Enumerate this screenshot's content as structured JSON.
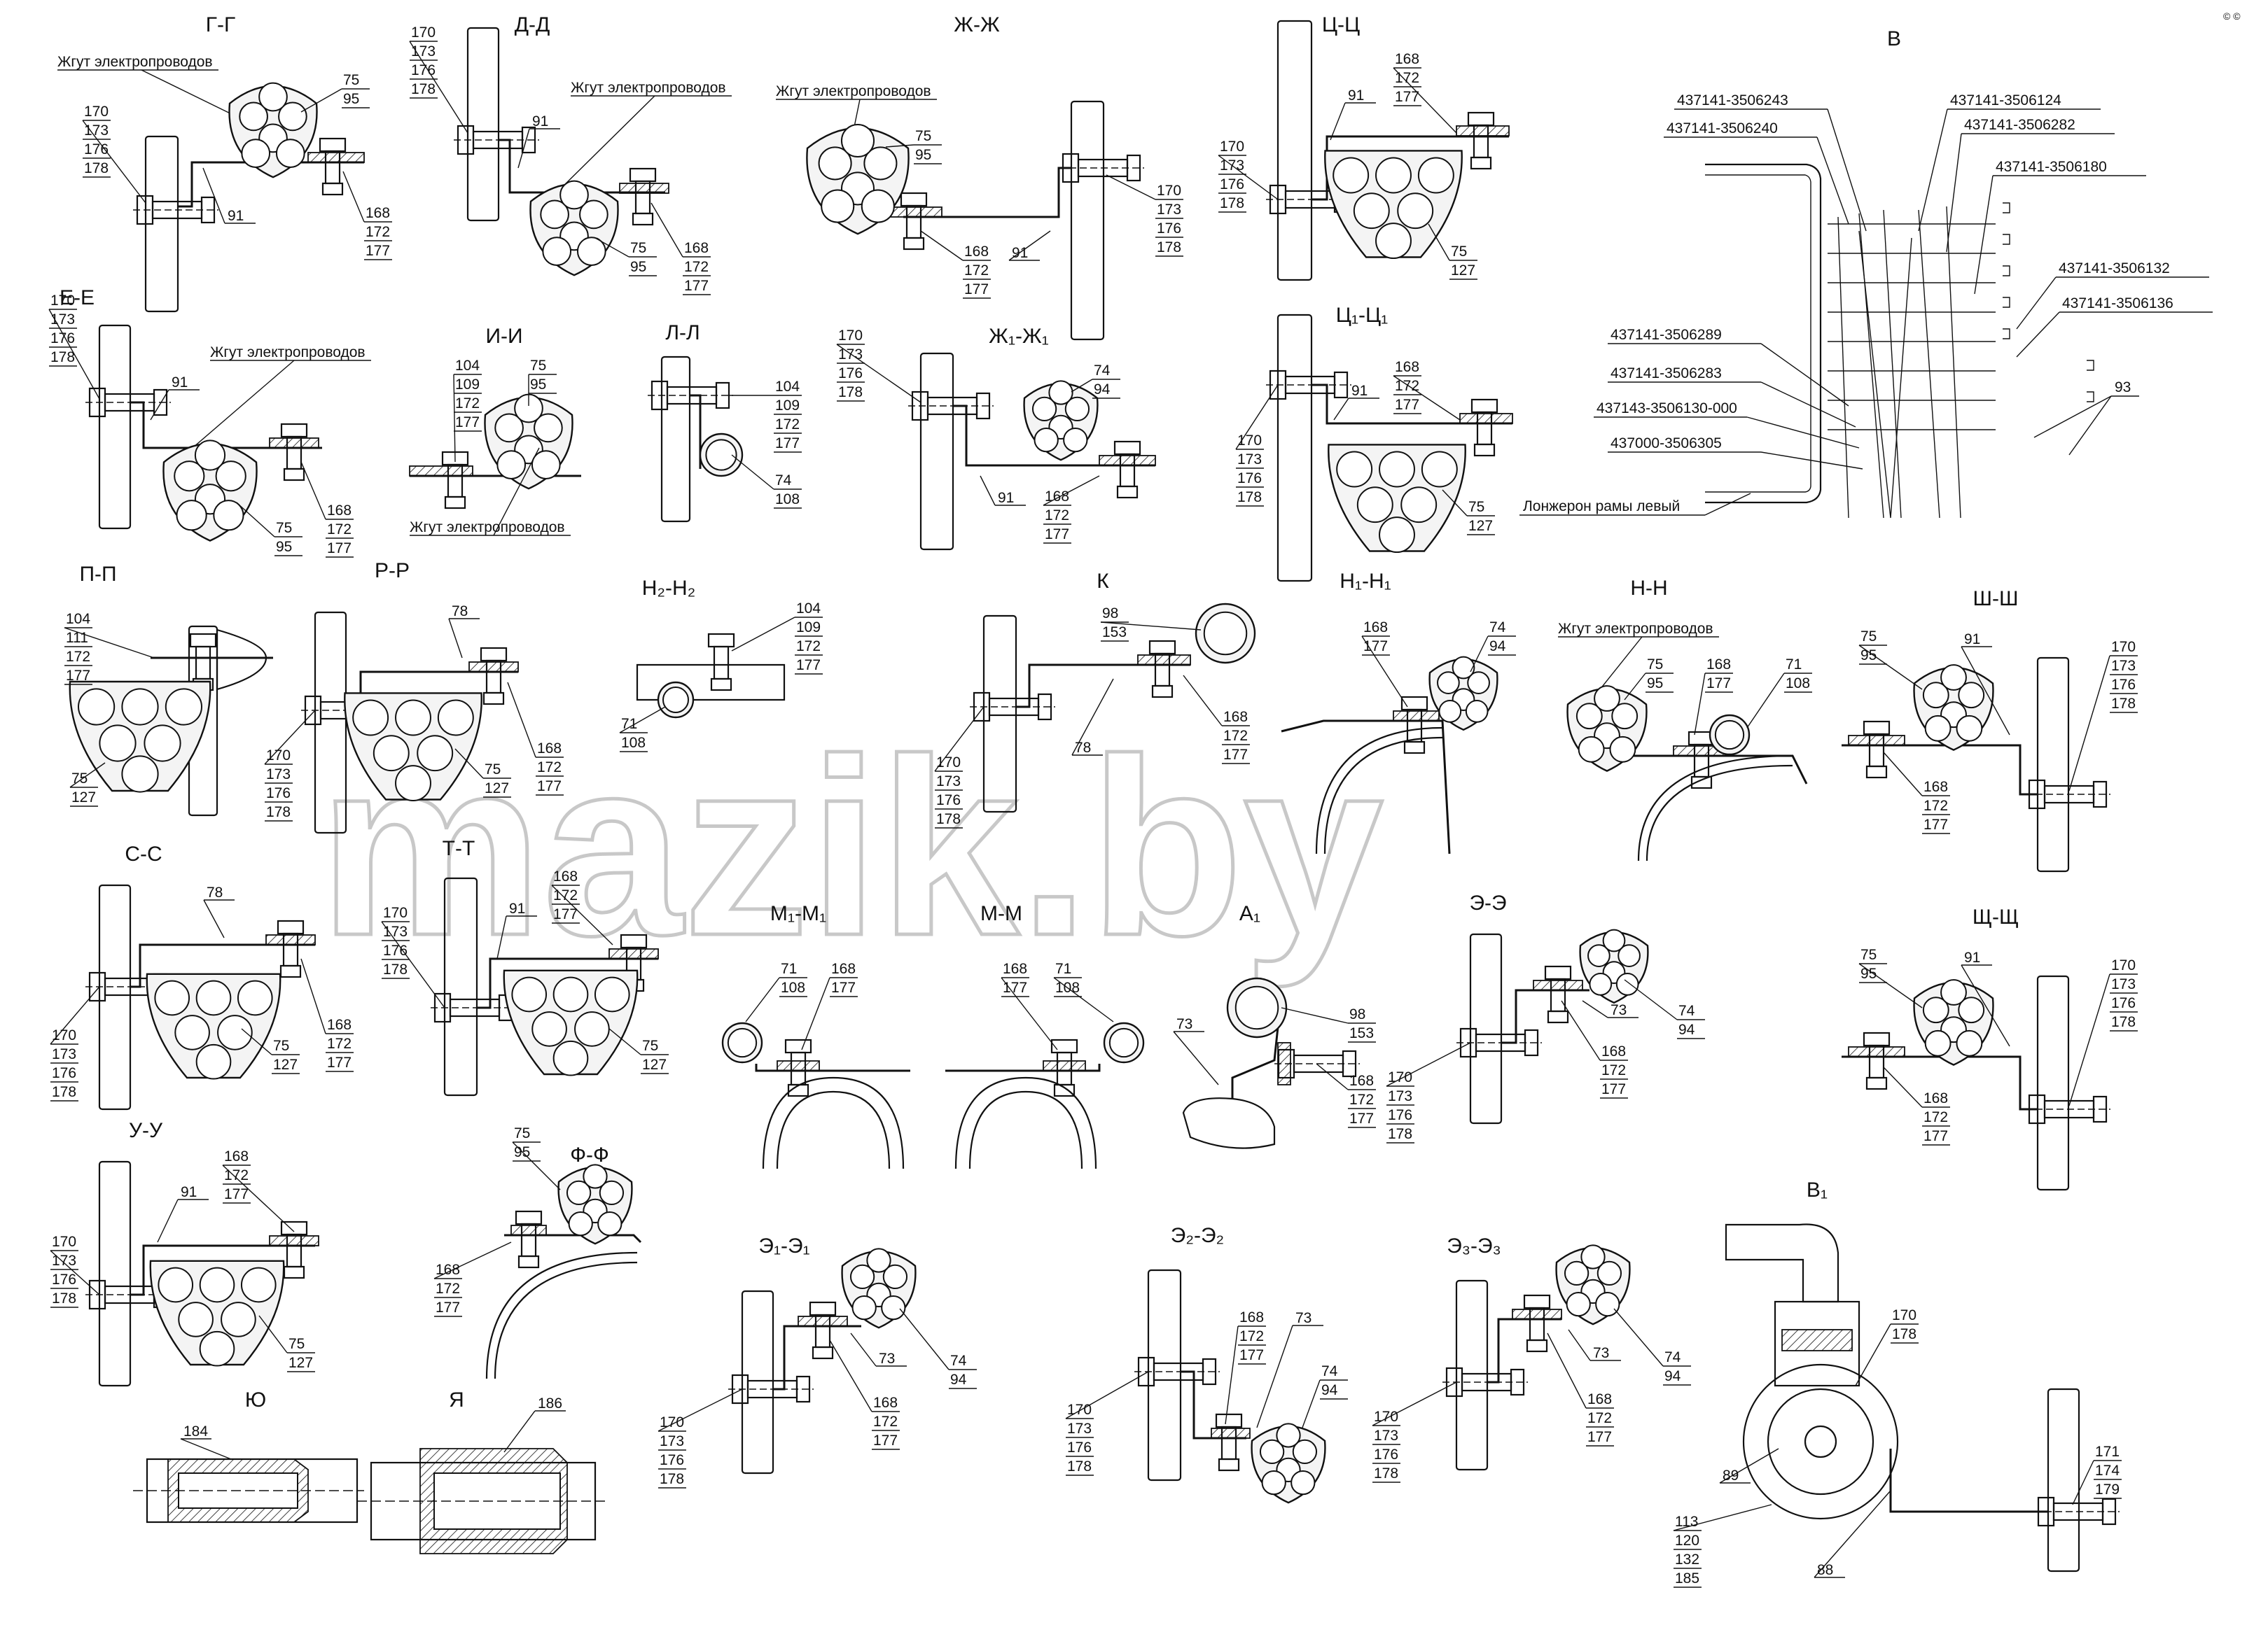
{
  "watermark": "mazik.by",
  "harness_label": "Жгут электропроводов",
  "sections": [
    {
      "id": "gg",
      "title": "Г-Г",
      "stacks": [
        [
          "170",
          "173",
          "176",
          "178"
        ],
        [
          "75",
          "95"
        ],
        [
          "168",
          "172",
          "177"
        ]
      ],
      "callouts": [
        "91"
      ]
    },
    {
      "id": "dd",
      "title": "Д-Д",
      "stacks": [
        [
          "170",
          "173",
          "176",
          "178"
        ],
        [
          "75",
          "95"
        ],
        [
          "168",
          "172",
          "177"
        ]
      ],
      "callouts": [
        "91"
      ]
    },
    {
      "id": "zhzh",
      "title": "Ж-Ж",
      "stacks": [
        [
          "75",
          "95"
        ],
        [
          "168",
          "172",
          "177"
        ],
        [
          "170",
          "173",
          "176",
          "178"
        ]
      ],
      "callouts": [
        "91"
      ]
    },
    {
      "id": "tsts",
      "title": "Ц-Ц",
      "stacks": [
        [
          "168",
          "172",
          "177"
        ],
        [
          "170",
          "173",
          "176",
          "178"
        ],
        [
          "75",
          "127"
        ]
      ],
      "callouts": [
        "91"
      ]
    },
    {
      "id": "ee",
      "title": "Е-Е",
      "stacks": [
        [
          "170",
          "173",
          "176",
          "178"
        ],
        [
          "75",
          "95"
        ],
        [
          "168",
          "172",
          "177"
        ]
      ],
      "callouts": [
        "91"
      ]
    },
    {
      "id": "ii",
      "title": "И-И",
      "stacks": [
        [
          "104",
          "109",
          "172",
          "177"
        ],
        [
          "75",
          "95"
        ]
      ],
      "callouts": []
    },
    {
      "id": "l",
      "title": "Л-Л",
      "stacks": [
        [
          "104",
          "109",
          "172",
          "177"
        ],
        [
          "74",
          "108"
        ]
      ],
      "callouts": []
    },
    {
      "id": "zh1",
      "title": "Ж₁-Ж₁",
      "stacks": [
        [
          "170",
          "173",
          "176",
          "178"
        ],
        [
          "74",
          "94"
        ],
        [
          "168",
          "172",
          "177"
        ]
      ],
      "callouts": [
        "91"
      ]
    },
    {
      "id": "ts1",
      "title": "Ц₁-Ц₁",
      "stacks": [
        [
          "168",
          "172",
          "177"
        ],
        [
          "170",
          "173",
          "176",
          "178"
        ],
        [
          "75",
          "127"
        ]
      ],
      "callouts": [
        "91"
      ]
    },
    {
      "id": "pp",
      "title": "П-П",
      "stacks": [
        [
          "104",
          "111",
          "172",
          "177"
        ],
        [
          "75",
          "127"
        ]
      ],
      "callouts": []
    },
    {
      "id": "rr",
      "title": "Р-Р",
      "stacks": [
        [
          "170",
          "173",
          "176",
          "178"
        ],
        [
          "75",
          "127"
        ],
        [
          "168",
          "172",
          "177"
        ]
      ],
      "callouts": [
        "78"
      ]
    },
    {
      "id": "n2",
      "title": "Н₂-Н₂",
      "stacks": [
        [
          "104",
          "109",
          "172",
          "177"
        ],
        [
          "71",
          "108"
        ]
      ],
      "callouts": []
    },
    {
      "id": "k",
      "title": "К",
      "stacks": [
        [
          "98",
          "153"
        ],
        [
          "170",
          "173",
          "176",
          "178"
        ],
        [
          "168",
          "172",
          "177"
        ]
      ],
      "callouts": [
        "78"
      ]
    },
    {
      "id": "n1",
      "title": "Н₁-Н₁",
      "stacks": [
        [
          "168",
          "177"
        ],
        [
          "74",
          "94"
        ]
      ],
      "callouts": []
    },
    {
      "id": "nn",
      "title": "Н-Н",
      "stacks": [
        [
          "75",
          "95"
        ],
        [
          "168",
          "177"
        ],
        [
          "71",
          "108"
        ]
      ],
      "callouts": []
    },
    {
      "id": "shsh",
      "title": "Ш-Ш",
      "stacks": [
        [
          "75",
          "95"
        ],
        [
          "168",
          "172",
          "177"
        ],
        [
          "170",
          "173",
          "176",
          "178"
        ]
      ],
      "callouts": [
        "91"
      ]
    },
    {
      "id": "ss",
      "title": "С-С",
      "stacks": [
        [
          "170",
          "173",
          "176",
          "178"
        ],
        [
          "75",
          "127"
        ],
        [
          "168",
          "172",
          "177"
        ]
      ],
      "callouts": [
        "78"
      ]
    },
    {
      "id": "tt",
      "title": "Т-Т",
      "stacks": [
        [
          "170",
          "173",
          "176",
          "178"
        ],
        [
          "168",
          "172",
          "177"
        ],
        [
          "75",
          "127"
        ]
      ],
      "callouts": [
        "91"
      ]
    },
    {
      "id": "m1",
      "title": "М₁-М₁",
      "stacks": [
        [
          "71",
          "108"
        ],
        [
          "168",
          "177"
        ]
      ],
      "callouts": []
    },
    {
      "id": "mm",
      "title": "М-М",
      "stacks": [
        [
          "168",
          "177"
        ],
        [
          "71",
          "108"
        ]
      ],
      "callouts": []
    },
    {
      "id": "a1",
      "title": "А₁",
      "stacks": [
        [
          "98",
          "153"
        ],
        [
          "168",
          "172",
          "177"
        ]
      ],
      "callouts": [
        "73"
      ]
    },
    {
      "id": "ee2",
      "title": "Э-Э",
      "stacks": [
        [
          "170",
          "173",
          "176",
          "178"
        ],
        [
          "168",
          "172",
          "177"
        ],
        [
          "74",
          "94"
        ]
      ],
      "callouts": [
        "73"
      ]
    },
    {
      "id": "shch",
      "title": "Щ-Щ",
      "stacks": [
        [
          "75",
          "95"
        ],
        [
          "168",
          "172",
          "177"
        ],
        [
          "170",
          "173",
          "176",
          "178"
        ]
      ],
      "callouts": [
        "91"
      ]
    },
    {
      "id": "uu",
      "title": "У-У",
      "stacks": [
        [
          "170",
          "173",
          "176",
          "178"
        ],
        [
          "168",
          "172",
          "177"
        ],
        [
          "75",
          "127"
        ]
      ],
      "callouts": [
        "91"
      ]
    },
    {
      "id": "ff",
      "title": "Ф-Ф",
      "stacks": [
        [
          "75",
          "95"
        ],
        [
          "168",
          "172",
          "177"
        ]
      ],
      "callouts": []
    },
    {
      "id": "e1",
      "title": "Э₁-Э₁",
      "stacks": [
        [
          "170",
          "173",
          "176",
          "178"
        ],
        [
          "168",
          "172",
          "177"
        ],
        [
          "74",
          "94"
        ]
      ],
      "callouts": [
        "73"
      ]
    },
    {
      "id": "e2",
      "title": "Э₂-Э₂",
      "stacks": [
        [
          "170",
          "173",
          "176",
          "178"
        ],
        [
          "168",
          "172",
          "177"
        ],
        [
          "74",
          "94"
        ]
      ],
      "callouts": [
        "73"
      ]
    },
    {
      "id": "e3",
      "title": "Э₃-Э₃",
      "stacks": [
        [
          "170",
          "173",
          "176",
          "178"
        ],
        [
          "168",
          "172",
          "177"
        ],
        [
          "74",
          "94"
        ]
      ],
      "callouts": [
        "73"
      ]
    },
    {
      "id": "yu",
      "title": "Ю",
      "stacks": [],
      "callouts": [
        "184"
      ]
    },
    {
      "id": "ya",
      "title": "Я",
      "stacks": [],
      "callouts": [
        "186"
      ]
    },
    {
      "id": "b1",
      "title": "В₁",
      "stacks": [
        [
          "170",
          "178"
        ],
        [
          "171",
          "174",
          "179"
        ],
        [
          "113",
          "120",
          "132",
          "185"
        ]
      ],
      "callouts": [
        "89",
        "88"
      ]
    }
  ],
  "view_b": {
    "title": "В",
    "part_numbers": [
      "437141-3506243",
      "437141-3506240",
      "437141-3506124",
      "437141-3506282",
      "437141-3506180",
      "437141-3506132",
      "437141-3506136",
      "437141-3506289",
      "437141-3506283",
      "437143-3506130-000",
      "437000-3506305"
    ],
    "callout": "93",
    "frame_label": "Лонжерон рамы левый"
  },
  "corner_mark": "© ©"
}
